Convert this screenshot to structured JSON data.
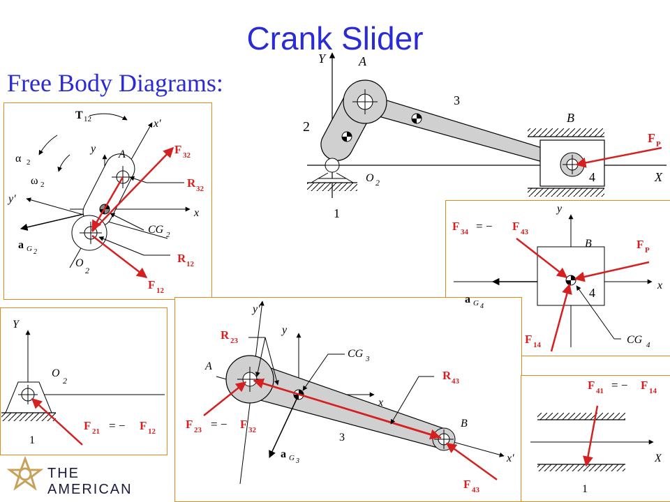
{
  "title": "Crank Slider",
  "subtitle": "Free Body Diagrams:",
  "logo_text": "THE AMERICAN",
  "colors": {
    "title": "#2b2bd6",
    "force": "#d42020",
    "panel_border": "#e08a1e",
    "link": "#d0d0d0"
  },
  "main": {
    "Y": "Y",
    "A": "A",
    "B": "B",
    "X": "X",
    "O2": "O",
    "O2sub": "2",
    "link2": "2",
    "link3": "3",
    "link4": "4",
    "ground": "1",
    "FP": "F",
    "FPsub": "P"
  },
  "p1": {
    "T12": "T",
    "T12sub": "12",
    "xprime": "x'",
    "y": "y",
    "A": "A",
    "F32": "F",
    "F32sub": "32",
    "alpha": "α",
    "alphasub": "2",
    "omega": "ω",
    "omegasub": "2",
    "R32": "R",
    "R32sub": "32",
    "yprime": "y'",
    "x": "x",
    "CG": "CG",
    "CGsub": "2",
    "aG": "a",
    "aGsub": "G",
    "aGsub2": "2",
    "O": "O",
    "Osub": "2",
    "R12": "R",
    "R12sub": "12",
    "F12": "F",
    "F12sub": "12"
  },
  "p2": {
    "F34": "F",
    "F34sub": "34",
    "eq": "=  −",
    "F43": "F",
    "F43sub": "43",
    "y": "y",
    "B": "B",
    "FP": "F",
    "FPsub": "P",
    "aG": "a",
    "aGsub": "G",
    "aGsub2": "4",
    "x": "x",
    "link": "4",
    "F14": "F",
    "F14sub": "14",
    "CG": "CG",
    "CGsub": "4"
  },
  "p3": {
    "Y": "Y",
    "O": "O",
    "Osub": "2",
    "ground": "1",
    "F21": "F",
    "F21sub": "21",
    "eq": "=  −",
    "F12": "F",
    "F12sub": "12"
  },
  "p4": {
    "yprime": "y'",
    "y": "y",
    "CG": "CG",
    "CGsub": "3",
    "R23": "R",
    "R23sub": "23",
    "A": "A",
    "R43": "R",
    "R43sub": "43",
    "x": "x",
    "F23": "F",
    "F23sub": "23",
    "eq": "=  −",
    "F32": "F",
    "F32sub": "32",
    "B": "B",
    "link": "3",
    "aG": "a",
    "aGsub": "G",
    "aGsub2": "3",
    "xprime": "x'",
    "F43": "F",
    "F43sub": "43"
  },
  "p5": {
    "F41": "F",
    "F41sub": "41",
    "eq": "=  −",
    "F14": "F",
    "F14sub": "14",
    "X": "X",
    "ground": "1"
  }
}
